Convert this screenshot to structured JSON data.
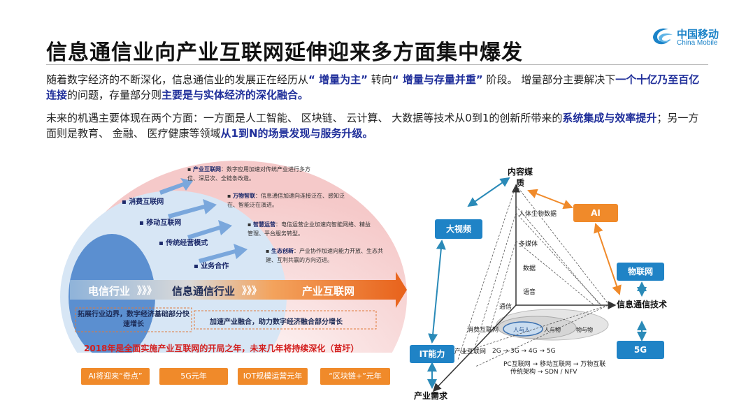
{
  "title": "信息通信业向产业互联网延伸迎来多方面集中爆发",
  "logo": {
    "cn": "中国移动",
    "en": "China Mobile"
  },
  "para1": {
    "t1": "随着数字经济的不断深化，信息通信业的发展正在经历从",
    "h1": "“ 增量为主”",
    "t2": " 转向",
    "h2": "“ 增量与存量并重”",
    "t3": " 阶段。 增量部分主要解决下",
    "h3": "一个十亿乃至百亿连接",
    "t4": "的问题，存量部分则",
    "h4": "主要是与实体经济的深化融合。"
  },
  "para2": {
    "t1": "未来的机遇主要体现在两个方面：一方面是人工智能、 区块链、 云计算、 大数据等技术从0到1的创新所带来的",
    "h1": "系统集成与效率提升",
    "t2": "；另一方面则是教育、 金融、 医疗健康等领域",
    "h2": "从1到N的场景发现与服务升级。"
  },
  "left": {
    "bullets": [
      "消费互联网",
      "移动互联网",
      "传统经营模式",
      "业务合作"
    ],
    "notes": [
      {
        "head": "产业互联网",
        "body": "：数字应用加速对传统产业进行多方位、深层次、全链条改造。"
      },
      {
        "head": "万物智联",
        "body": "：信息通信加速向连接泛在、感知泛在、智能泛在演进。"
      },
      {
        "head": "智慧运营",
        "body": "：电信运营企业加速向智能网络、精益管理、平台服务转型。"
      },
      {
        "head": "生态创新",
        "body": "：产业协作加速向能力开放、生态共建、互利共赢的方向迈进。"
      }
    ],
    "band": [
      "电信行业",
      "信息通信行业",
      "产业互联网"
    ],
    "chev": "》》》",
    "sub_left": "拓展行业边界，数字经济基础部分快速增长",
    "sub_right": "加速产业融合，助力数字经济融合部分增长",
    "red_line": "2018年是全面实施产业互联网的开局之年，未来几年将持续深化（苗圩）",
    "orange_buttons": [
      "AI将迎来“奇点”",
      "5G元年",
      "IOT规模运营元年",
      "“区块链+”元年"
    ]
  },
  "right": {
    "axis_top": "内容媒质",
    "axis_right": "信息通信技术",
    "axis_bottom": "产业需求",
    "boxes": {
      "ai": "AI",
      "video": "大视频",
      "iot": "物联网",
      "it": "IT能力",
      "g5": "5G"
    },
    "vert_labels": [
      "人体生物数据",
      "多媒体",
      "数据",
      "语音",
      "通信"
    ],
    "ellipse_labels": [
      "人与人",
      "人与物",
      "物与物"
    ],
    "side_labels": [
      "消费互联网",
      "产业互联网"
    ],
    "row1": "2G → 3G → 4G → 5G",
    "row2": "PC互联网 → 移动互联网 → 万物互联",
    "row3": "传统架构 → SDN / NFV"
  },
  "colors": {
    "title": "#111111",
    "highlight": "#1f2e9a",
    "blue_box": "#1f83c6",
    "orange": "#f08a2a",
    "red_text": "#d3201f"
  }
}
